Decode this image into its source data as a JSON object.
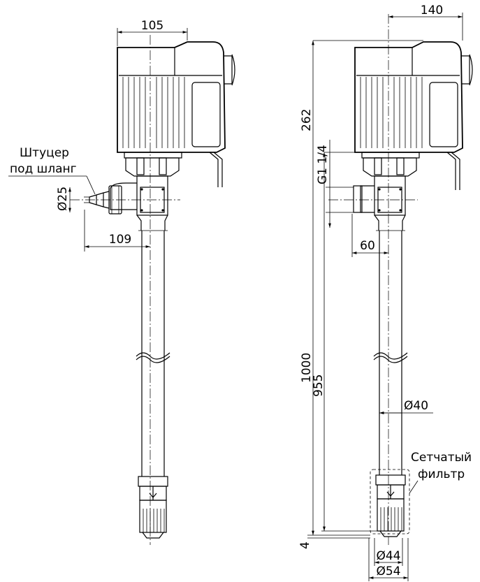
{
  "labels": {
    "left_top_width": "105",
    "hose_fitting_line1": "Штуцер",
    "hose_fitting_line2": "под шланг",
    "hose_diameter": "Ø25",
    "left_offset": "109",
    "right_top_width": "140",
    "motor_height": "262",
    "thread": "G1 1/4",
    "outlet_offset": "60",
    "total_length": "1000",
    "immersion_length": "955",
    "tube_diameter": "Ø40",
    "filter_line1": "Сетчатый",
    "filter_line2": "фильтр",
    "gap": "4",
    "foot_inner_diameter": "Ø44",
    "foot_outer_diameter": "Ø54"
  },
  "colors": {
    "line": "#000000",
    "background": "#ffffff"
  }
}
